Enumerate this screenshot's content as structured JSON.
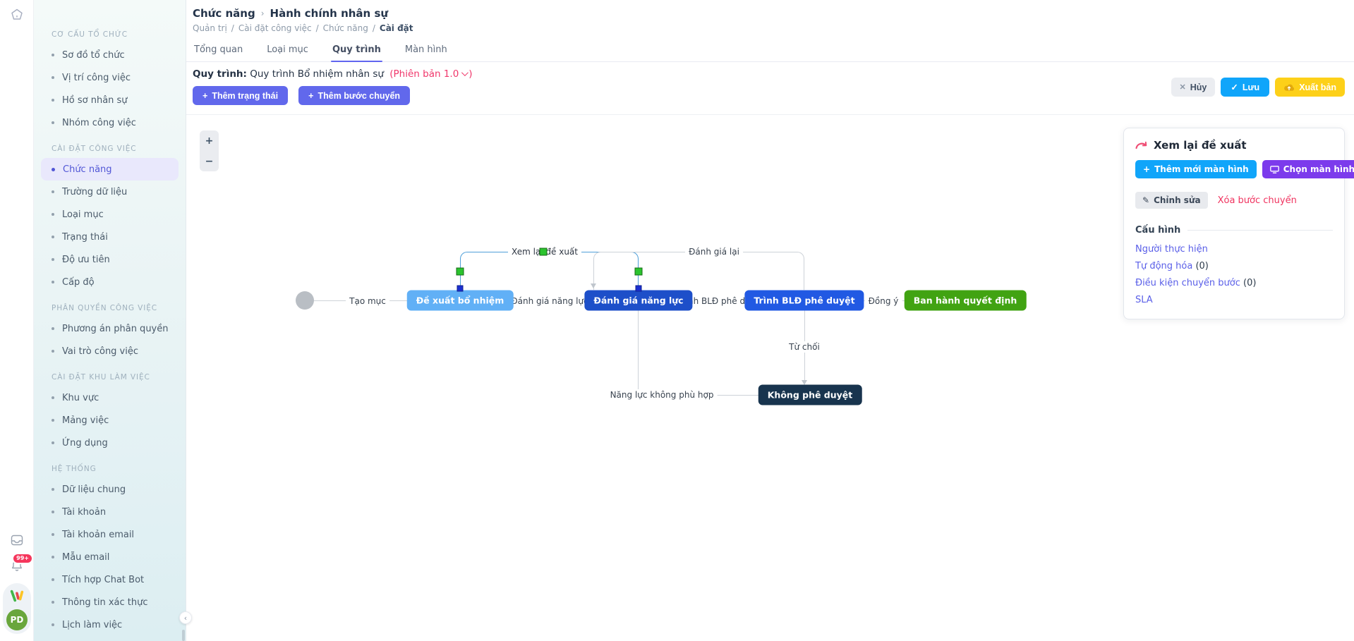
{
  "rail": {
    "notification_badge": "99+",
    "avatar_initials": "PD"
  },
  "sidebar": {
    "sections": [
      {
        "title": "CƠ CẤU TỔ CHỨC",
        "items": [
          "Sơ đồ tổ chức",
          "Vị trí công việc",
          "Hồ sơ nhân sự",
          "Nhóm công việc"
        ]
      },
      {
        "title": "CÀI ĐẶT CÔNG VIỆC",
        "items": [
          "Chức năng",
          "Trường dữ liệu",
          "Loại mục",
          "Trạng thái",
          "Độ ưu tiên",
          "Cấp độ"
        ]
      },
      {
        "title": "PHÂN QUYỀN CÔNG VIỆC",
        "items": [
          "Phương án phân quyền",
          "Vai trò công việc"
        ]
      },
      {
        "title": "CÀI ĐẶT KHU LÀM VIỆC",
        "items": [
          "Khu vực",
          "Mảng việc",
          "Ứng dụng"
        ]
      },
      {
        "title": "HỆ THỐNG",
        "items": [
          "Dữ liệu chung",
          "Tài khoản",
          "Tài khoản email",
          "Mẫu email",
          "Tích hợp Chat Bot",
          "Thông tin xác thực",
          "Lịch làm việc"
        ]
      }
    ],
    "active_item": "Chức năng"
  },
  "header": {
    "breadcrumb_primary": [
      "Chức năng",
      "Hành chính nhân sự"
    ],
    "breadcrumb_secondary": [
      "Quản trị",
      "Cài đặt công việc",
      "Chức năng",
      "Cài đặt"
    ],
    "tabs": [
      "Tổng quan",
      "Loại mục",
      "Quy trình",
      "Màn hình"
    ],
    "active_tab": "Quy trình"
  },
  "toolbar": {
    "process_label": "Quy trình:",
    "process_name": "Quy trình Bổ nhiệm nhân sự",
    "version_open": "(Phiên bản 1.0",
    "version_close": ")",
    "add_state": "Thêm trạng thái",
    "add_transition": "Thêm bước chuyển",
    "plus": "+",
    "cancel": "Hủy",
    "cancel_icon": "✕",
    "save": "Lưu",
    "save_icon": "✓",
    "publish": "Xuất bản"
  },
  "canvas": {
    "zoom_in": "+",
    "zoom_out": "−",
    "nodes": [
      {
        "label": "Đề xuất bổ nhiệm",
        "color": "#61b0f6"
      },
      {
        "label": "Đánh giá năng lực",
        "color": "#1d4fc9"
      },
      {
        "label": "Trình BLĐ phê duyệt",
        "color": "#2159e3"
      },
      {
        "label": "Ban hành quyết định",
        "color": "#41a312"
      },
      {
        "label": "Không phê duyệt",
        "color": "#18344e"
      }
    ],
    "edges": [
      {
        "label": "Tạo mục"
      },
      {
        "label": "Đánh giá năng lực"
      },
      {
        "label": "Trình BLĐ phê duyệt"
      },
      {
        "label": "Đồng ý"
      },
      {
        "label": "Xem lại đề xuất",
        "selected": true
      },
      {
        "label": "Đánh giá lại"
      },
      {
        "label": "Từ chối"
      },
      {
        "label": "Năng lực không phù hợp"
      }
    ],
    "selection_color": "#4f9fd9"
  },
  "panel": {
    "title": "Xem lại đề xuất",
    "add_screen": "Thêm mới màn hình",
    "choose_screen": "Chọn màn hình đã có",
    "edit": "Chỉnh sửa",
    "delete_transition": "Xóa bước chuyển",
    "config_title": "Cấu hình",
    "links": [
      {
        "label": "Người thực hiện",
        "count": ""
      },
      {
        "label": "Tự động hóa",
        "count": "(0)"
      },
      {
        "label": "Điều kiện chuyển bước",
        "count": "(0)"
      },
      {
        "label": "SLA",
        "count": ""
      }
    ]
  },
  "colors": {
    "accent_indigo": "#6168ec",
    "accent_blue": "#10a5fa",
    "accent_purple": "#7c3bec",
    "accent_yellow": "#fdd019",
    "accent_pink": "#f0376b",
    "sidebar_active_bg": "#e9e8fc",
    "sidebar_active_text": "#5156d6"
  }
}
